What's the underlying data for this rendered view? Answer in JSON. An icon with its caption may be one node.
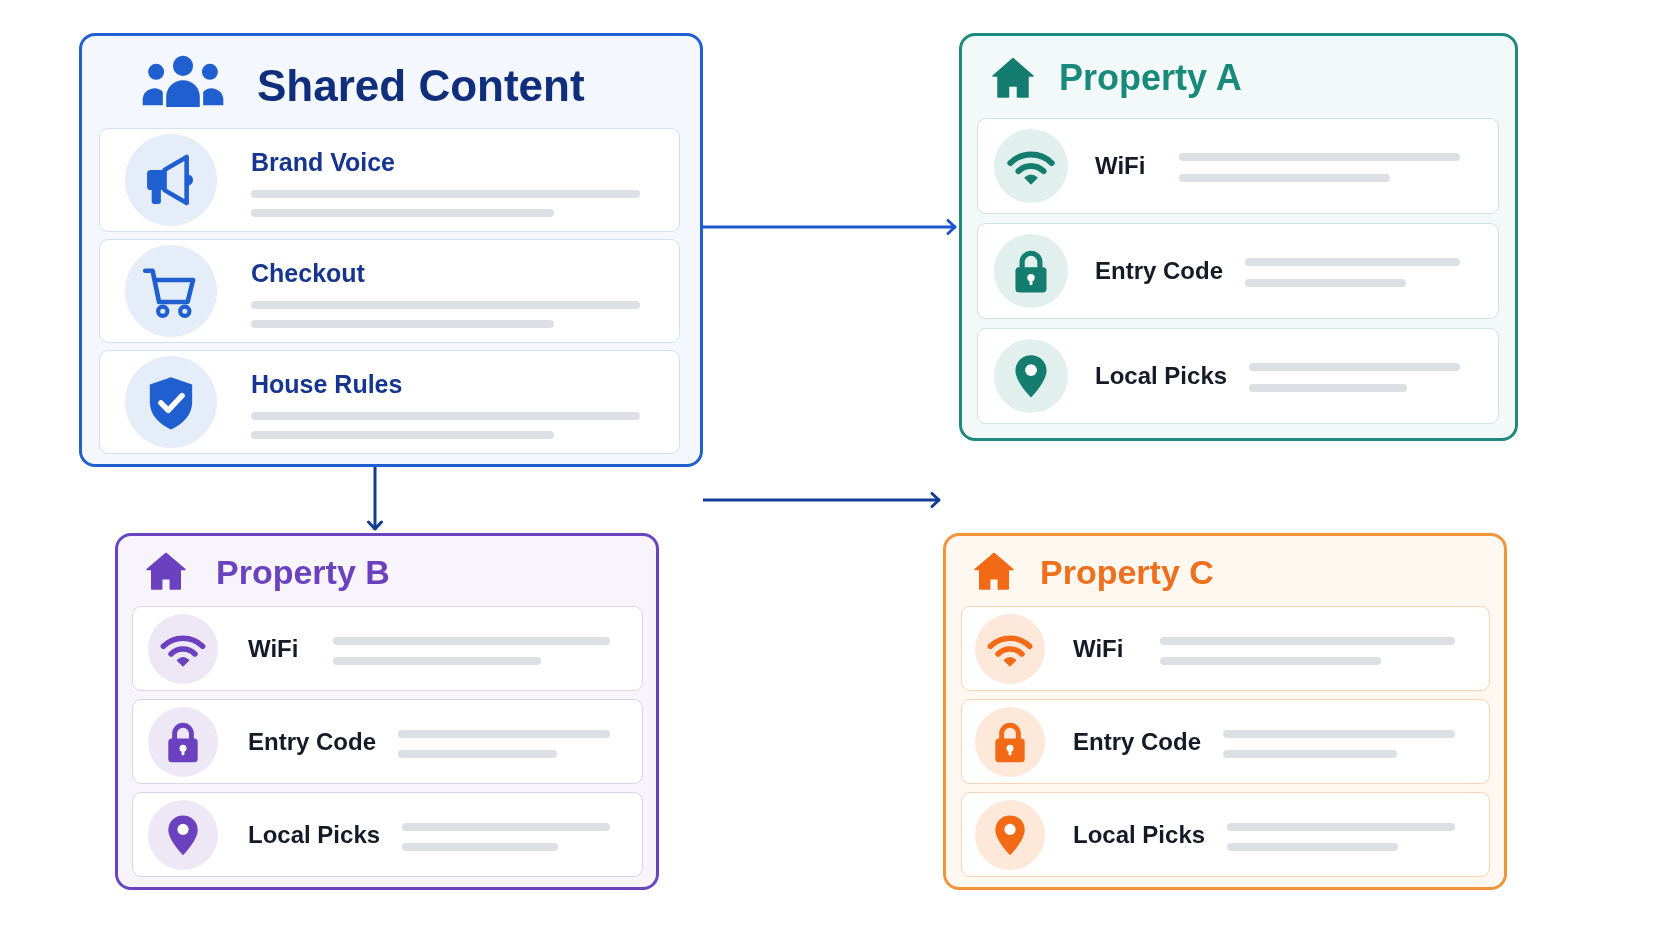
{
  "diagram": {
    "nodes": [
      {
        "text": [
          "Shared Content"
        ]
      },
      {
        "text": [
          "Brand Voice"
        ],
        "in": 0
      },
      {
        "text": [
          "Checkout"
        ],
        "in": 0
      },
      {
        "text": [
          "House Rules"
        ],
        "in": 0
      },
      {
        "text": [
          "Property A"
        ]
      },
      {
        "text": [
          "WiFi"
        ],
        "in": 4
      },
      {
        "text": [
          "Entry Code"
        ],
        "in": 4
      },
      {
        "text": [
          "Local Picks"
        ],
        "in": 4
      },
      {
        "text": [
          "Property B"
        ]
      },
      {
        "text": [
          "WiFi"
        ],
        "in": 8
      },
      {
        "text": [
          "Entry Code"
        ],
        "in": 8
      },
      {
        "text": [
          "Local Picks"
        ],
        "in": 8
      },
      {
        "text": [
          "Property C"
        ]
      },
      {
        "text": [
          "WiFi"
        ],
        "in": 12
      },
      {
        "text": [
          "Entry Code"
        ],
        "in": 12
      },
      {
        "text": [
          "Local Picks"
        ],
        "in": 12
      }
    ],
    "edges": [
      {
        "from": 0,
        "to": 4,
        "arrow": "to",
        "color": "#1b56cf"
      },
      {
        "from": 0,
        "to": 8,
        "arrow": "to"
      },
      {
        "from": 0,
        "to": 12,
        "arrow": "to"
      }
    ]
  }
}
